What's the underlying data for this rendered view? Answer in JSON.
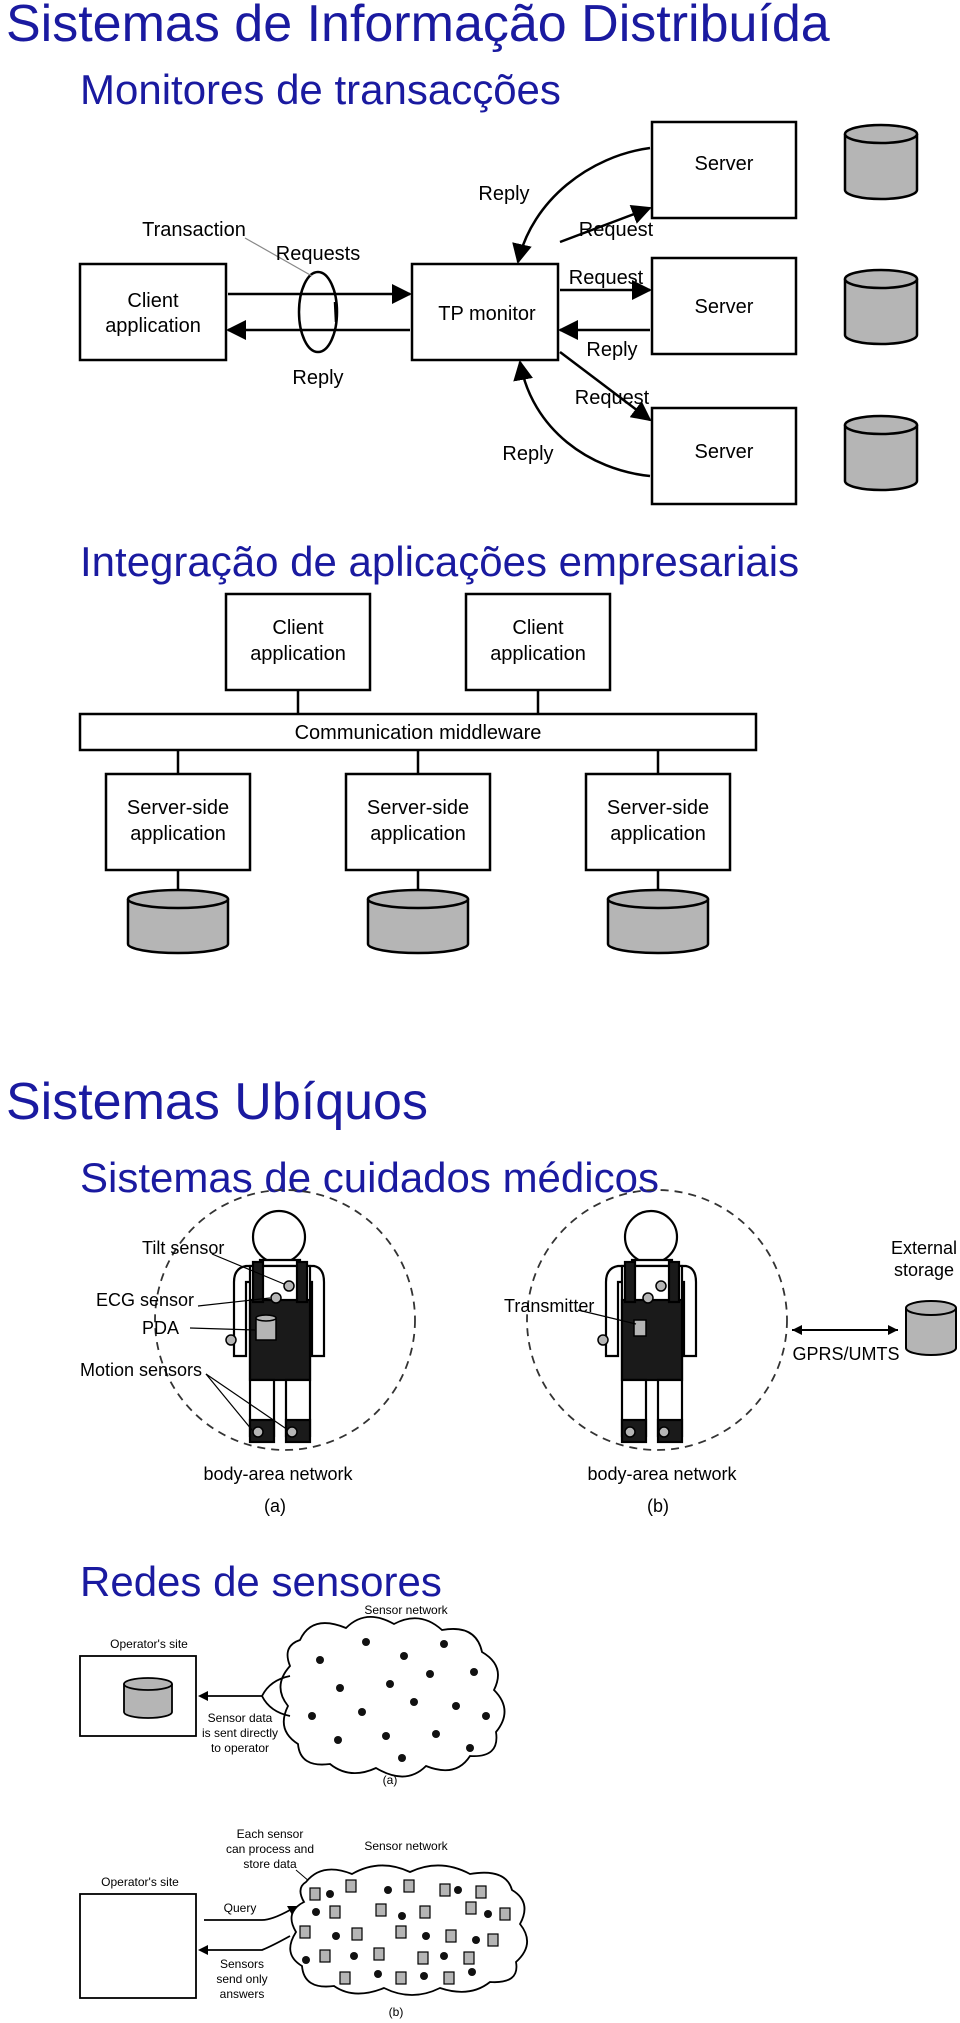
{
  "slide1": {
    "title": "Sistemas de Informação Distribuída",
    "tp_section": {
      "heading": "Monitores de transacções",
      "client_line1": "Client",
      "client_line2": "application",
      "transaction": "Transaction",
      "requests": "Requests",
      "reply_left": "Reply",
      "tp_monitor": "TP monitor",
      "reply_top": "Reply",
      "request_top": "Request",
      "request_mid": "Request",
      "reply_mid": "Reply",
      "request_bottom": "Request",
      "reply_bottom": "Reply",
      "server1": "Server",
      "server2": "Server",
      "server3": "Server"
    },
    "eai_section": {
      "heading": "Integração de aplicações empresariais",
      "client1_line1": "Client",
      "client1_line2": "application",
      "client2_line1": "Client",
      "client2_line2": "application",
      "middleware": "Communication middleware",
      "server1_line1": "Server-side",
      "server1_line2": "application",
      "server2_line1": "Server-side",
      "server2_line2": "application",
      "server3_line1": "Server-side",
      "server3_line2": "application"
    }
  },
  "slide2": {
    "title": "Sistemas Ubíquos",
    "health_section": {
      "heading": "Sistemas de cuidados médicos",
      "tilt_sensor": "Tilt sensor",
      "ecg_sensor": "ECG sensor",
      "pda": "PDA",
      "motion_sensors": "Motion sensors",
      "ban_a": "body-area network",
      "caption_a": "(a)",
      "transmitter": "Transmitter",
      "external_line1": "External",
      "external_line2": "storage",
      "gprs": "GPRS/UMTS",
      "ban_b": "body-area network",
      "caption_b": "(b)"
    },
    "sensor_section": {
      "heading": "Redes de sensores",
      "a": {
        "sensor_network": "Sensor network",
        "operator_site": "Operator's site",
        "note_line1": "Sensor data",
        "note_line2": "is sent directly",
        "note_line3": "to operator",
        "caption": "(a)"
      },
      "b": {
        "each_line1": "Each sensor",
        "each_line2": "can process and",
        "each_line3": "store data",
        "sensor_network": "Sensor network",
        "operator_site": "Operator's site",
        "query": "Query",
        "ans_line1": "Sensors",
        "ans_line2": "send only",
        "ans_line3": "answers",
        "caption": "(b)"
      }
    }
  },
  "colors": {
    "heading": "#1a1aa0",
    "disk_fill": "#b5b5b5",
    "stroke": "#000000",
    "dashed": "#333333"
  }
}
